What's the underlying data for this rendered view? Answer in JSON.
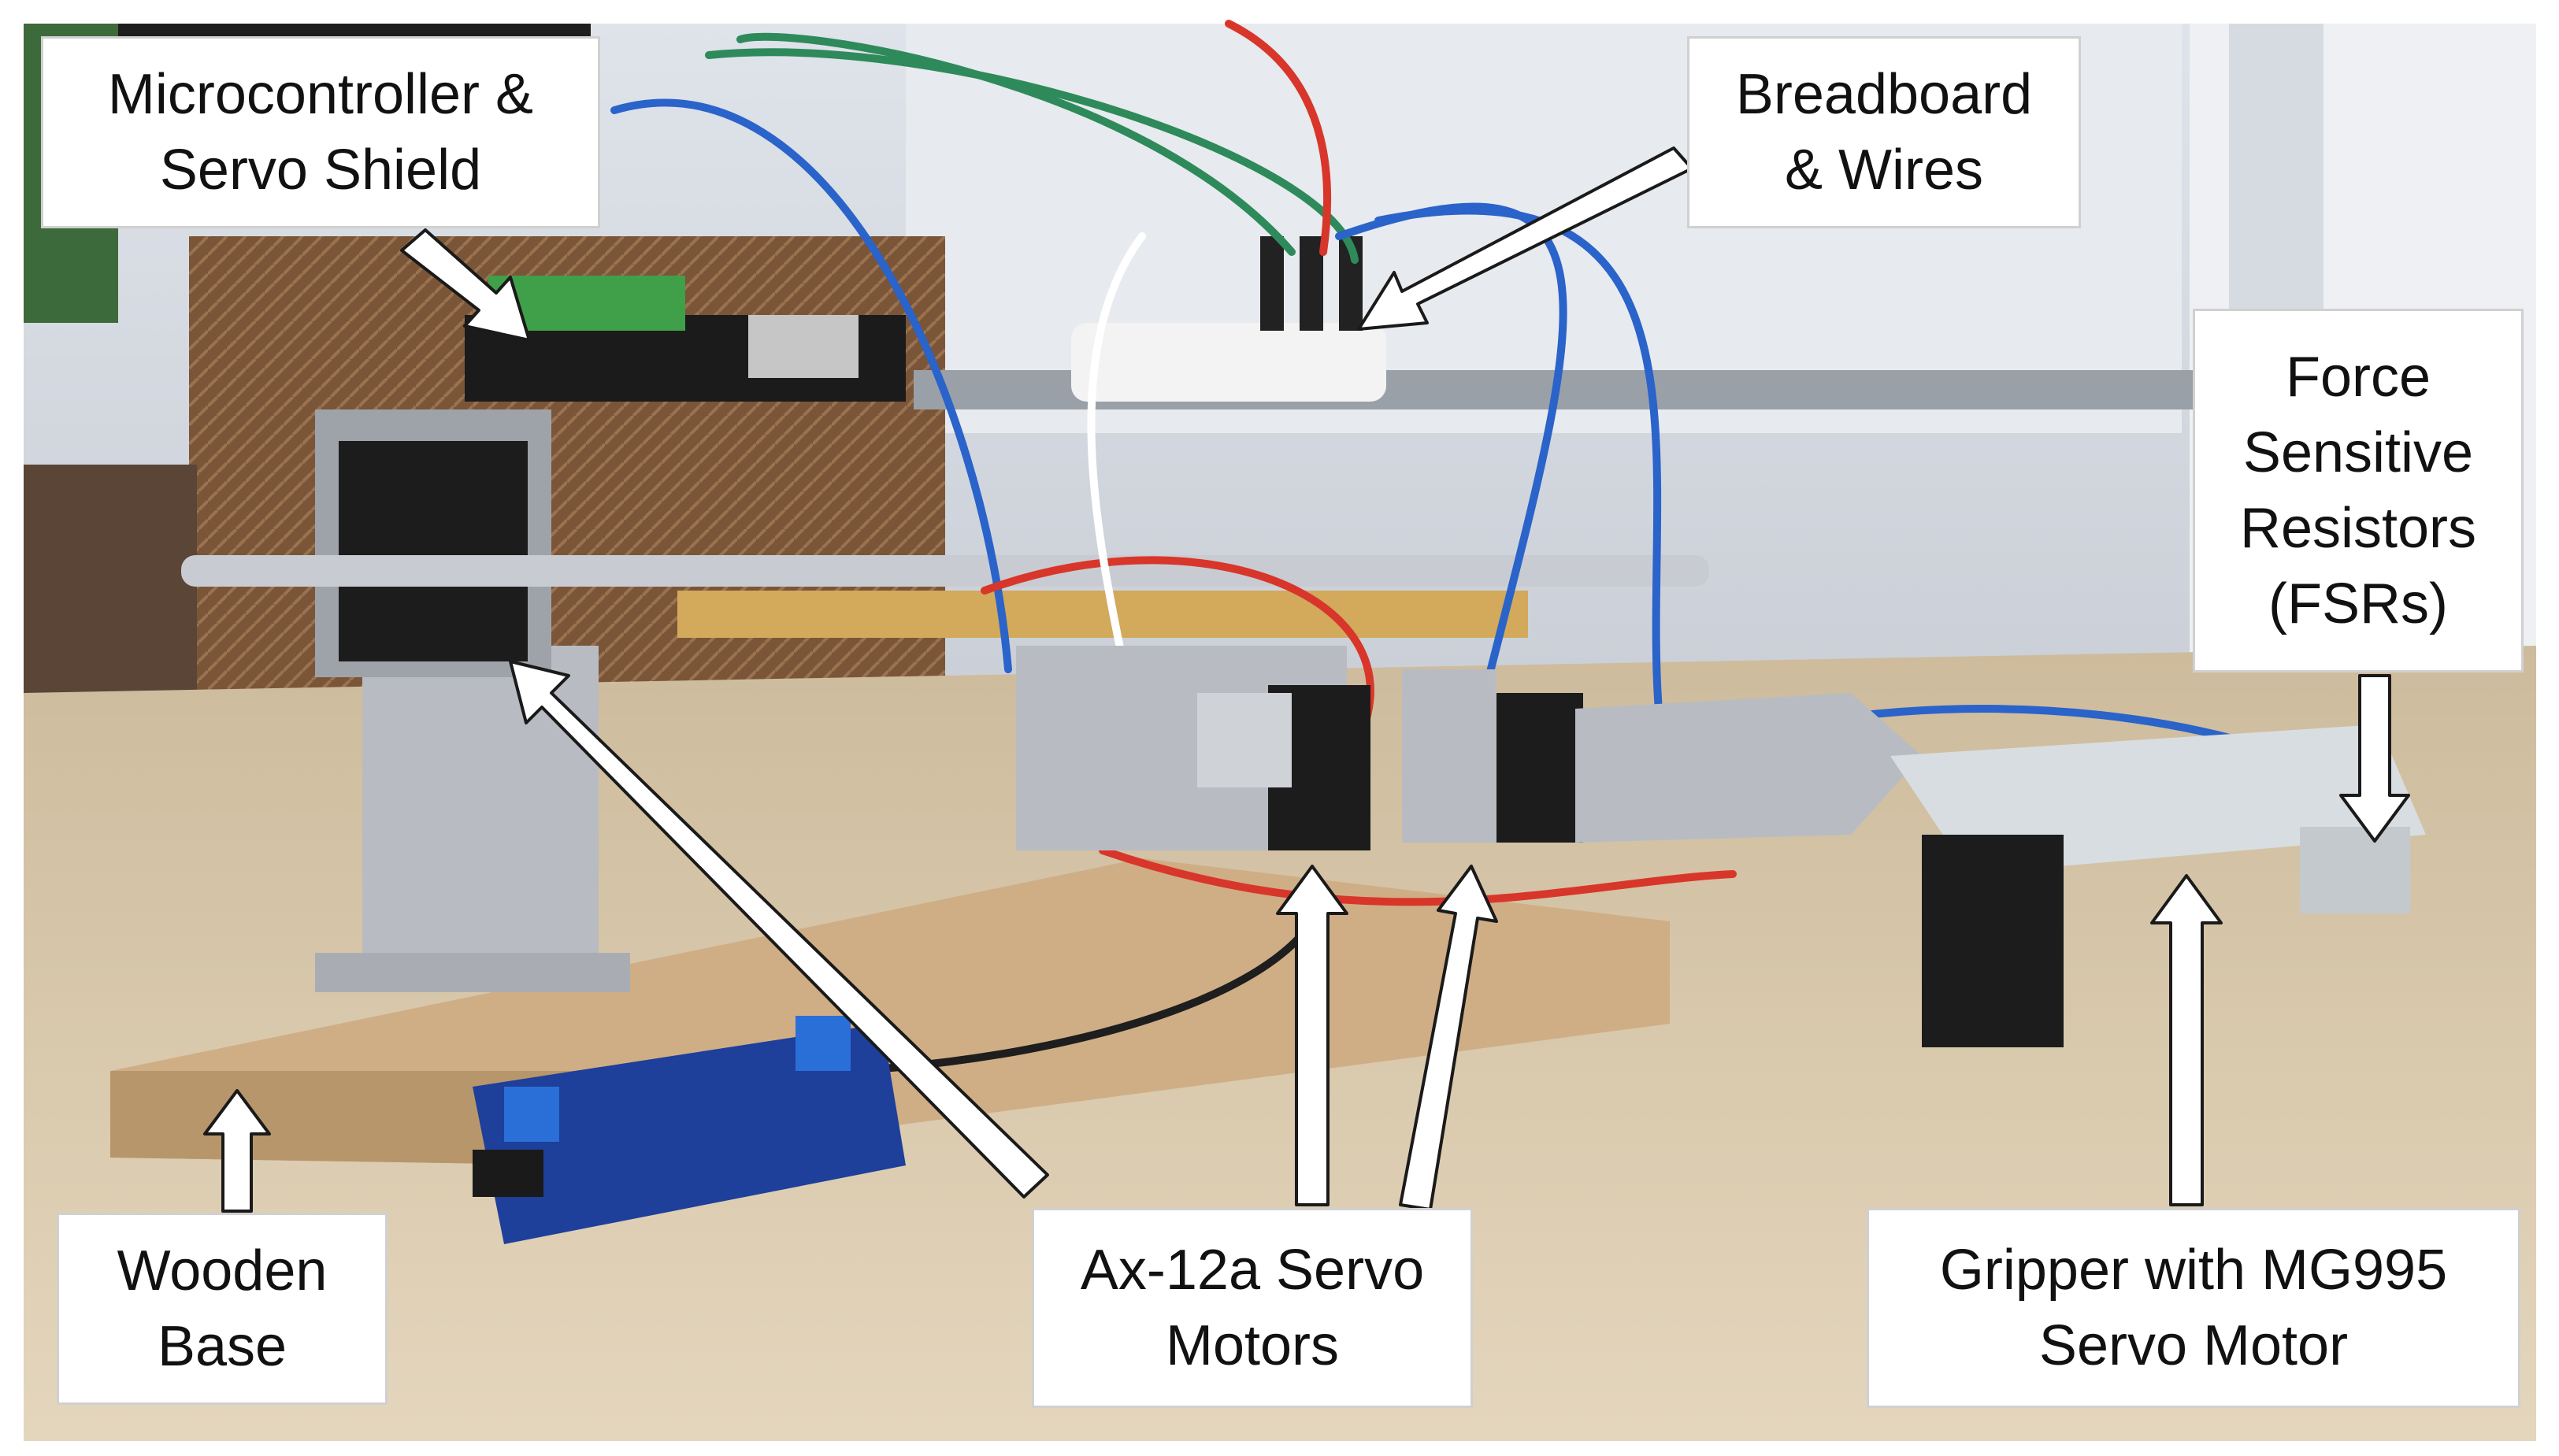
{
  "labels": {
    "microcontroller": {
      "line1": "Microcontroller &",
      "line2": "Servo Shield"
    },
    "breadboard": {
      "line1": "Breadboard",
      "line2": "& Wires"
    },
    "fsr": {
      "line1": "Force",
      "line2": "Sensitive",
      "line3": "Resistors",
      "line4": "(FSRs)"
    },
    "wooden_base": {
      "line1": "Wooden",
      "line2": "Base"
    },
    "servo_motors": {
      "line1": "Ax-12a Servo",
      "line2": "Motors"
    },
    "gripper": {
      "line1": "Gripper with MG995",
      "line2": "Servo Motor"
    }
  },
  "colors": {
    "wall": "#d9dde4",
    "table": "#d8c6a8",
    "wood_base": "#cfae86",
    "aluminum": "#b8bcc2",
    "servo_black": "#1c1c1c",
    "wire_red": "#d8362a",
    "wire_blue": "#2a63c9",
    "wire_green": "#2e8a5a",
    "pcb_blue": "#1e3f9a",
    "wicker": "#7a5538"
  }
}
